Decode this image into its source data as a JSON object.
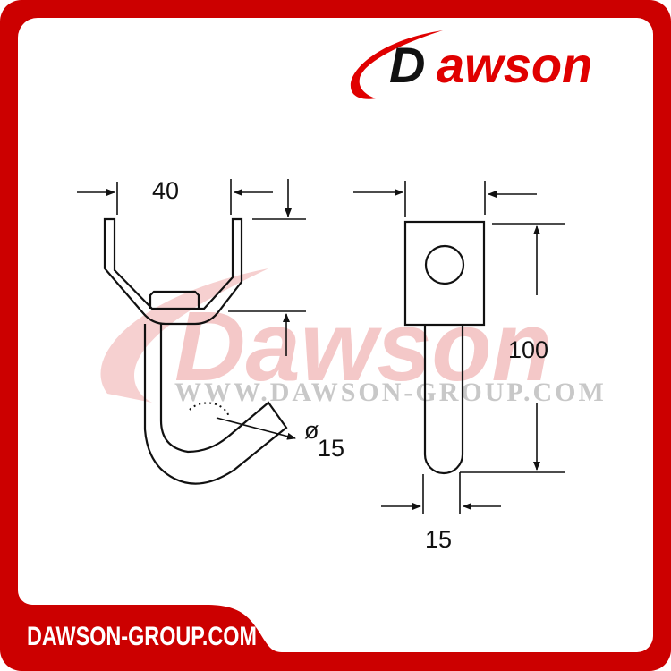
{
  "brand": {
    "logo_text": "Dawson",
    "logo_first_letter": "D",
    "logo_rest": "awson",
    "footer_url": "DAWSON-GROUP.COM",
    "watermark_logo": "Dawson",
    "watermark_url": "WWW.DAWSON-GROUP.COM"
  },
  "colors": {
    "frame_red": "#cc0000",
    "logo_black": "#111111",
    "watermark_red": "#f4c8c8",
    "watermark_gray": "#c8c8c8",
    "line": "#111111"
  },
  "drawing": {
    "front_view": {
      "width_label": "40",
      "diameter_symbol": "ø",
      "diameter_label": "15"
    },
    "side_view": {
      "height_label": "100",
      "width_label": "15"
    }
  }
}
